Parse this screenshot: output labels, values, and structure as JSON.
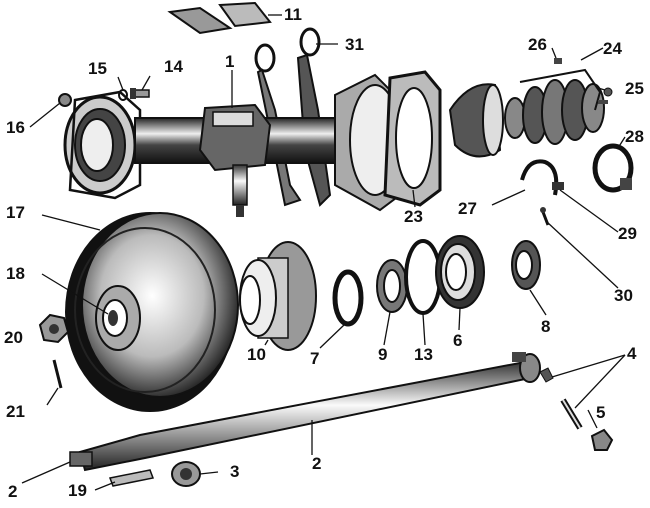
{
  "labels": {
    "n1": "1",
    "n2a": "2",
    "n2b": "2",
    "n3": "3",
    "n4": "4",
    "n5": "5",
    "n6": "6",
    "n7": "7",
    "n8": "8",
    "n9": "9",
    "n10": "10",
    "n11": "11",
    "n13": "13",
    "n14": "14",
    "n15": "15",
    "n16": "16",
    "n17": "17",
    "n18": "18",
    "n19": "19",
    "n20": "20",
    "n21": "21",
    "n23": "23",
    "n24": "24",
    "n25": "25",
    "n26": "26",
    "n27": "27",
    "n28": "28",
    "n29": "29",
    "n30": "30",
    "n31": "31"
  },
  "colors": {
    "ink": "#111111",
    "paper": "#ffffff",
    "shade": "#555555",
    "light": "#d8d8d8"
  }
}
